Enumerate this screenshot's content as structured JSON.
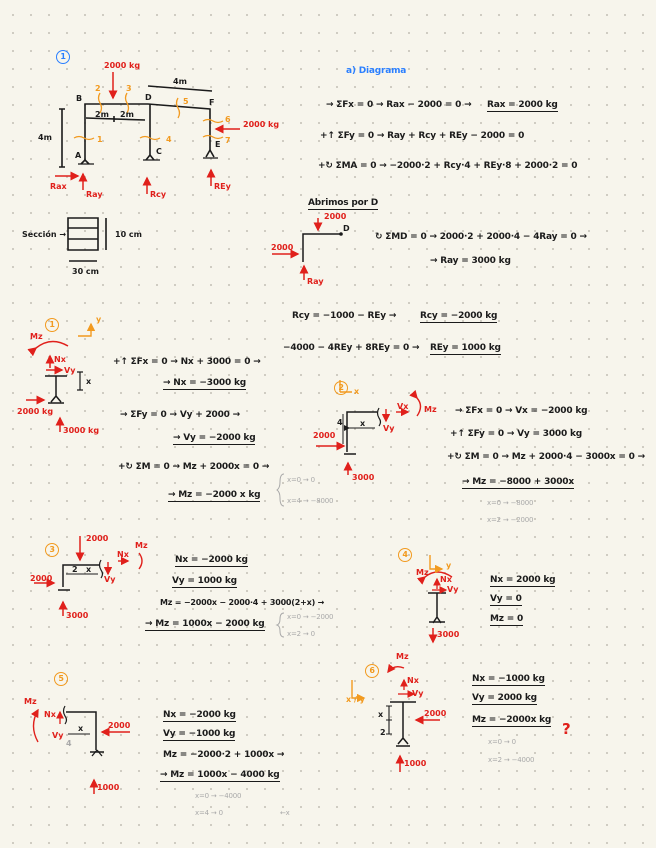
{
  "colors": {
    "ink": "#1b1b1b",
    "reaction": "#e0201b",
    "section": "#f29a1f",
    "heading": "#2a7fff",
    "note": "#a9a9a9"
  },
  "header": {
    "problem_number": "1",
    "part": "a) Diagrama"
  },
  "frame": {
    "nodes": [
      "A",
      "B",
      "C",
      "D",
      "E",
      "F"
    ],
    "load_top": "2000 kg",
    "load_right": "2000 kg",
    "height": "4m",
    "span_1": "2m",
    "span_2": "2m",
    "span_3": "4m",
    "cuts": [
      "1",
      "2",
      "3",
      "4",
      "5",
      "6",
      "7"
    ],
    "reactions": [
      "Rax",
      "Ray",
      "Rcy",
      "REy"
    ],
    "section_label": "Sección →",
    "section_height": "10 cm",
    "section_width": "30 cm"
  },
  "equilibrium": {
    "eq_fx": "→ ΣFx = 0 → Rax − 2000 = 0 →",
    "eq_fx_result": "Rax = 2000 kg",
    "eq_fy": "+↑ ΣFy = 0 → Ray + Rcy + REy − 2000 = 0",
    "eq_m": "+↻ ΣMA = 0 → −2000·2 + Rcy·4 + REy·8 + 2000·2 = 0",
    "open_title": "Abrimos por D",
    "open_load": "2000",
    "open_left": "2000",
    "open_node": "D",
    "open_reaction": "Ray",
    "eq_md": "↻ ΣMD = 0 → 2000·2 + 2000·4 − 4Ray = 0 →",
    "eq_md_result": "→ Ray = 3000 kg",
    "rcy": "Rcy = −1000 − REy →",
    "rcy_result": "Rcy = −2000 kg",
    "rey": "−4000 − 4REy + 8REy = 0 →",
    "rey_result": "REy = 1000 kg"
  },
  "sections": [
    {
      "number": "1",
      "axis": "y",
      "labels": [
        "Mz",
        "Nx",
        "Vy",
        "x",
        "2000 kg",
        "3000 kg"
      ],
      "lines": [
        "+↑ ΣFx = 0 → Nx + 3000 = 0 →",
        "→ Nx = −3000 kg",
        "→ ΣFy = 0 → Vy + 2000 →",
        "→ Vy = −2000 kg",
        "+↻ ΣM = 0 → Mz + 2000x = 0 →",
        "→ Mz = −2000 x kg"
      ],
      "notes": [
        "x=0 → 0",
        "x=4 → −8000"
      ]
    },
    {
      "number": "2",
      "axis": "x",
      "labels": [
        "4",
        "x",
        "2000",
        "3000",
        "Vx",
        "Vy",
        "Mz"
      ],
      "lines": [
        "→ ΣFx = 0 → Vx = −2000 kg",
        "+↑ ΣFy = 0 → Vy = 3000 kg",
        "+↻ ΣM = 0 → Mz + 2000·4 − 3000x = 0 →",
        "→ Mz = −8000 + 3000x"
      ],
      "notes": [
        "x=0 → −8000",
        "x=2 → −2000"
      ]
    },
    {
      "number": "3",
      "labels": [
        "2000",
        "2000",
        "3000",
        "2",
        "x",
        "Nx",
        "Vy",
        "Mz"
      ],
      "lines": [
        "Nx = −2000 kg",
        "Vy = 1000 kg",
        "Mz = −2000x − 2000·4 + 3000(2+x) →",
        "→ Mz = 1000x − 2000 kg"
      ],
      "notes": [
        "x=0 → −2000",
        "x=2 → 0"
      ]
    },
    {
      "number": "4",
      "axis": "y",
      "labels": [
        "Mz",
        "Nx",
        "Vy",
        "3000"
      ],
      "lines": [
        "Nx = 2000 kg",
        "Vy = 0",
        "Mz = 0"
      ]
    },
    {
      "number": "5",
      "labels": [
        "Mz",
        "Nx",
        "Vy",
        "x",
        "2000",
        "1000",
        "4"
      ],
      "lines": [
        "Nx = −2000 kg",
        "Vy = −1000 kg",
        "Mz = −2000·2 + 1000x →",
        "→ Mz = 1000x − 4000 kg"
      ],
      "notes": [
        "x=0 → −4000",
        "x=4 → 0",
        "←x"
      ]
    },
    {
      "number": "6",
      "axis": "x / y",
      "labels": [
        "Mz",
        "Nx",
        "Vy",
        "x",
        "2",
        "2000",
        "1000"
      ],
      "lines": [
        "Nx = −1000 kg",
        "Vy = 2000 kg",
        "Mz = −2000x kg"
      ],
      "question": "?",
      "notes": [
        "x=0 → 0",
        "x=2 → −4000"
      ]
    }
  ]
}
